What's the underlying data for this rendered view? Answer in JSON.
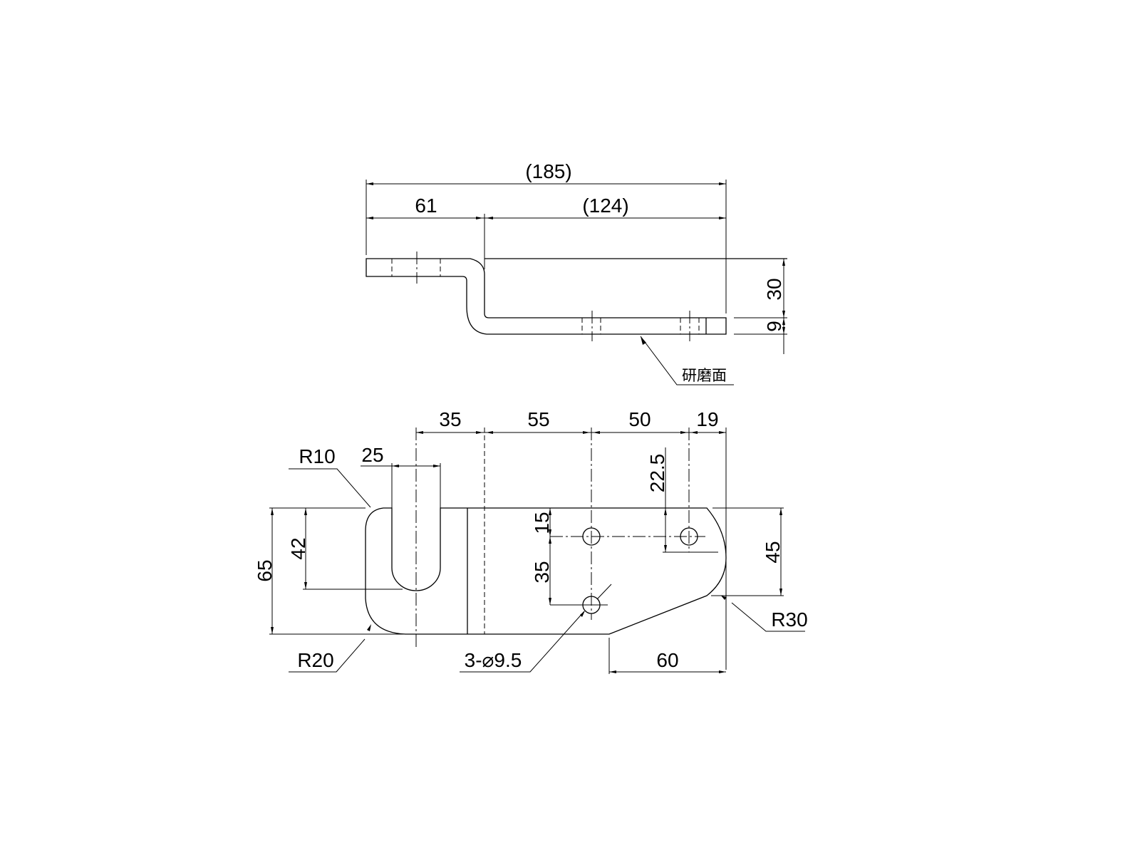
{
  "drawing": {
    "top_view": {
      "dim_overall": "(185)",
      "dim_left": "61",
      "dim_right": "(124)",
      "dim_height": "30",
      "dim_thickness": "9",
      "note_surface": "研磨面"
    },
    "plan_view": {
      "dim_35": "35",
      "dim_55": "55",
      "dim_50": "50",
      "dim_19": "19",
      "dim_slot_width": "25",
      "radius_r10": "R10",
      "radius_r20": "R20",
      "radius_r30": "R30",
      "dim_65": "65",
      "dim_42": "42",
      "dim_15": "15",
      "dim_35_vertical": "35",
      "dim_22_5": "22.5",
      "dim_45": "45",
      "dim_60": "60",
      "hole_note": "3-⌀9.5"
    }
  }
}
